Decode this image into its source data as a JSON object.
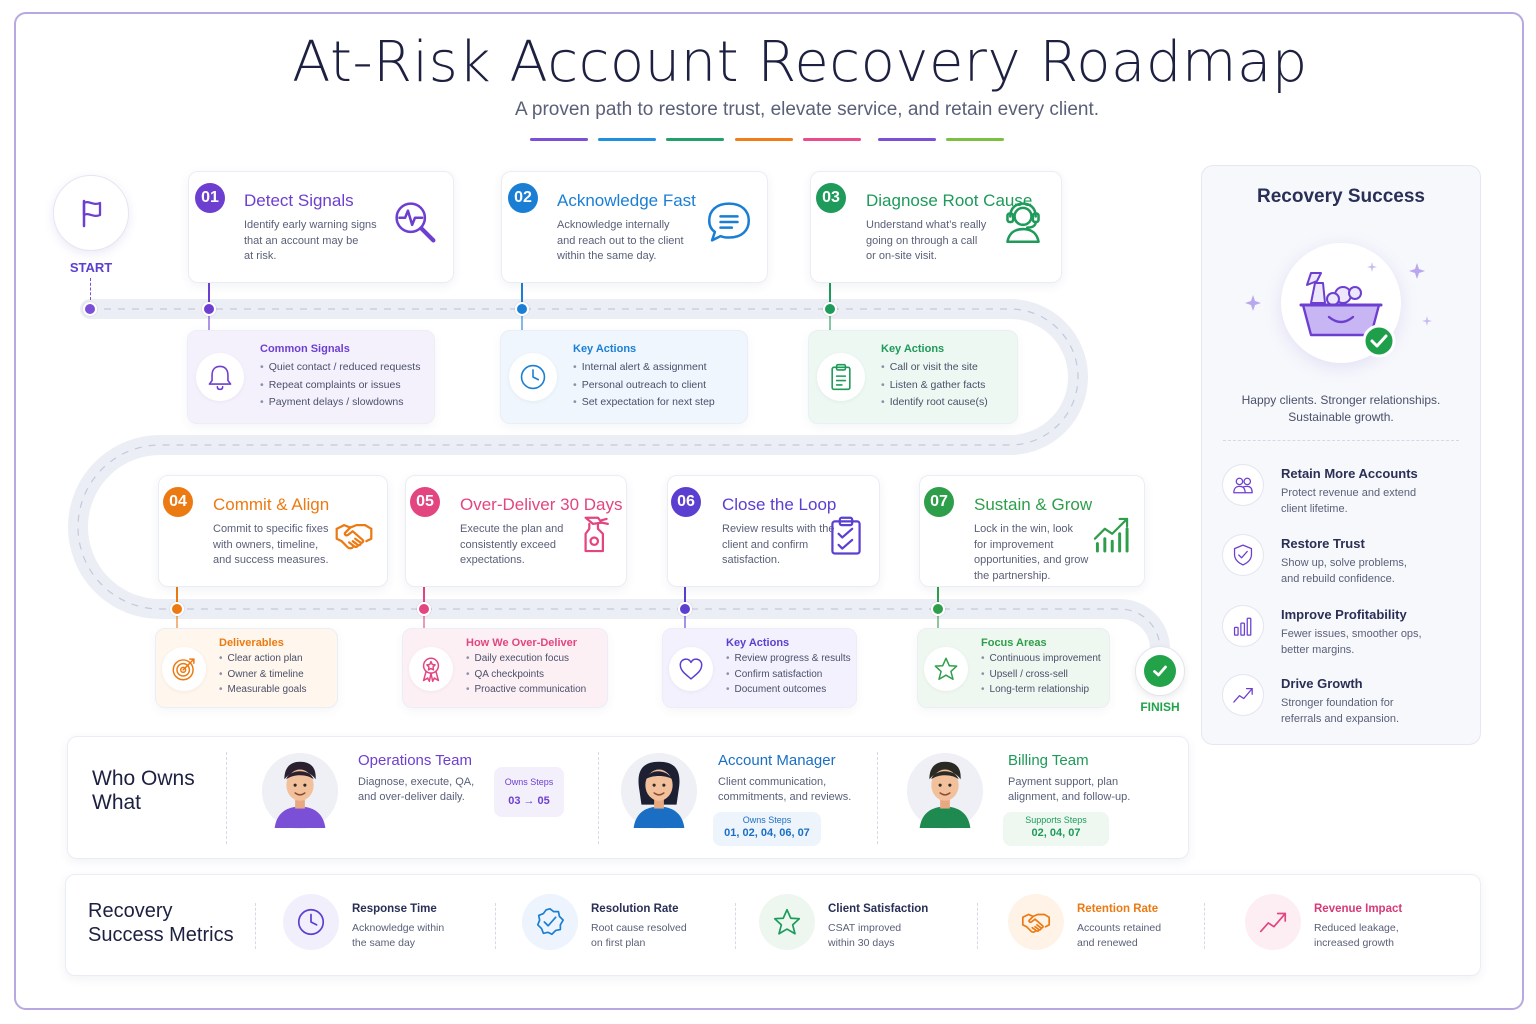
{
  "title": "At-Risk Account Recovery Roadmap",
  "subtitle": "A proven path to restore trust, elevate service, and retain every client.",
  "divider_colors": [
    "#7b4fd6",
    "#1f8fe0",
    "#22a06b",
    "#f07d1a",
    "#e94b8c",
    "#7b4fd6",
    "#7bc043"
  ],
  "start": {
    "label": "START",
    "icon": "flag-icon"
  },
  "finish": {
    "label": "FINISH",
    "icon": "check-icon"
  },
  "steps": [
    {
      "num": "01",
      "title": "Detect Signals",
      "color": "#6d3fd0",
      "desc": [
        "Identify early warning signs",
        "that an account may be",
        "at risk."
      ],
      "icon": "magnifier-pulse-icon",
      "detail_title": "Common Signals",
      "detail_icon": "bell-icon",
      "items": [
        "Quiet contact / reduced requests",
        "Repeat complaints or issues",
        "Payment delays / slowdowns"
      ]
    },
    {
      "num": "02",
      "title": "Acknowledge Fast",
      "color": "#1a7fd4",
      "desc": [
        "Acknowledge internally",
        "and reach out to the client",
        "within the same day."
      ],
      "icon": "chat-bubble-icon",
      "detail_title": "Key Actions",
      "detail_icon": "clock-icon",
      "items": [
        "Internal alert & assignment",
        "Personal outreach to client",
        "Set expectation for next step"
      ]
    },
    {
      "num": "03",
      "title": "Diagnose Root Cause",
      "color": "#1e9a5a",
      "desc": [
        "Understand what’s really",
        "going on through a call",
        "or on-site visit."
      ],
      "icon": "headset-agent-icon",
      "detail_title": "Key Actions",
      "detail_icon": "clipboard-icon",
      "items": [
        "Call or visit the site",
        "Listen & gather facts",
        "Identify root cause(s)"
      ]
    },
    {
      "num": "04",
      "title": "Commit & Align",
      "color": "#ec7a12",
      "desc": [
        "Commit to specific fixes",
        "with owners, timeline,",
        "and success measures."
      ],
      "icon": "handshake-icon",
      "detail_title": "Deliverables",
      "detail_icon": "target-icon",
      "items": [
        "Clear action plan",
        "Owner & timeline",
        "Measurable goals"
      ]
    },
    {
      "num": "05",
      "title": "Over-Deliver 30 Days",
      "color": "#e2457f",
      "desc": [
        "Execute the plan and",
        "consistently exceed",
        "expectations."
      ],
      "icon": "spray-bottle-icon",
      "detail_title": "How We Over-Deliver",
      "detail_icon": "award-ribbon-icon",
      "items": [
        "Daily execution focus",
        "QA checkpoints",
        "Proactive communication"
      ]
    },
    {
      "num": "06",
      "title": "Close the Loop",
      "color": "#5b3fd0",
      "desc": [
        "Review results with the",
        "client and confirm",
        "satisfaction."
      ],
      "icon": "checklist-icon",
      "detail_title": "Key Actions",
      "detail_icon": "heart-icon",
      "items": [
        "Review progress & results",
        "Confirm satisfaction",
        "Document outcomes"
      ]
    },
    {
      "num": "07",
      "title": "Sustain & Grow",
      "color": "#2e9e4a",
      "desc": [
        "Lock in the win, look",
        "for improvement",
        "opportunities, and grow",
        "the partnership."
      ],
      "icon": "growth-chart-icon",
      "detail_title": "Focus Areas",
      "detail_icon": "star-icon",
      "items": [
        "Continuous improvement",
        "Upsell / cross-sell",
        "Long-term relationship"
      ]
    }
  ],
  "success": {
    "title": "Recovery Success",
    "icon": "cleaning-bucket-check-icon",
    "tagline": [
      "Happy clients. Stronger relationships.",
      "Sustainable growth."
    ],
    "benefits": [
      {
        "title": "Retain More Accounts",
        "desc": [
          "Protect revenue and extend",
          "client lifetime."
        ],
        "icon": "users-icon"
      },
      {
        "title": "Restore Trust",
        "desc": [
          "Show up, solve problems,",
          "and rebuild confidence."
        ],
        "icon": "shield-check-icon"
      },
      {
        "title": "Improve Profitability",
        "desc": [
          "Fewer issues, smoother ops,",
          "better margins."
        ],
        "icon": "bar-chart-icon"
      },
      {
        "title": "Drive Growth",
        "desc": [
          "Stronger foundation for",
          "referrals and expansion."
        ],
        "icon": "trend-up-icon"
      }
    ]
  },
  "owners": {
    "heading": [
      "Who Owns",
      "What"
    ],
    "teams": [
      {
        "name": "Operations Team",
        "color": "#6d3fd0",
        "desc": [
          "Diagnose, execute, QA,",
          "and over-deliver daily."
        ],
        "chip_label": "Owns Steps",
        "chip_value": "03 → 05",
        "avatar": "operations-avatar"
      },
      {
        "name": "Account Manager",
        "color": "#1a6fc4",
        "desc": [
          "Client communication,",
          "commitments, and reviews."
        ],
        "chip_label": "Owns Steps",
        "chip_value": "01, 02, 04, 06, 07",
        "avatar": "account-manager-avatar"
      },
      {
        "name": "Billing Team",
        "color": "#1e9a5a",
        "desc": [
          "Payment support, plan",
          "alignment, and follow-up."
        ],
        "chip_label": "Supports Steps",
        "chip_value": "02, 04, 07",
        "avatar": "billing-avatar"
      }
    ]
  },
  "metrics": {
    "heading": [
      "Recovery",
      "Success Metrics"
    ],
    "items": [
      {
        "title": "Response Time",
        "desc": [
          "Acknowledge within",
          "the same day"
        ],
        "color": "#5b3fd0",
        "title_color": "#2a2f55",
        "icon": "clock-icon"
      },
      {
        "title": "Resolution Rate",
        "desc": [
          "Root cause resolved",
          "on first plan"
        ],
        "color": "#1a7fd4",
        "title_color": "#2a2f55",
        "icon": "badge-check-icon"
      },
      {
        "title": "Client Satisfaction",
        "desc": [
          "CSAT improved",
          "within 30 days"
        ],
        "color": "#1e9a5a",
        "title_color": "#2a2f55",
        "icon": "star-icon"
      },
      {
        "title": "Retention Rate",
        "desc": [
          "Accounts retained",
          "and renewed"
        ],
        "color": "#ec7a12",
        "title_color": "#ec7a12",
        "icon": "handshake-icon"
      },
      {
        "title": "Revenue Impact",
        "desc": [
          "Reduced leakage,",
          "increased growth"
        ],
        "color": "#e2457f",
        "title_color": "#d63a78",
        "icon": "trend-up-icon"
      }
    ]
  }
}
